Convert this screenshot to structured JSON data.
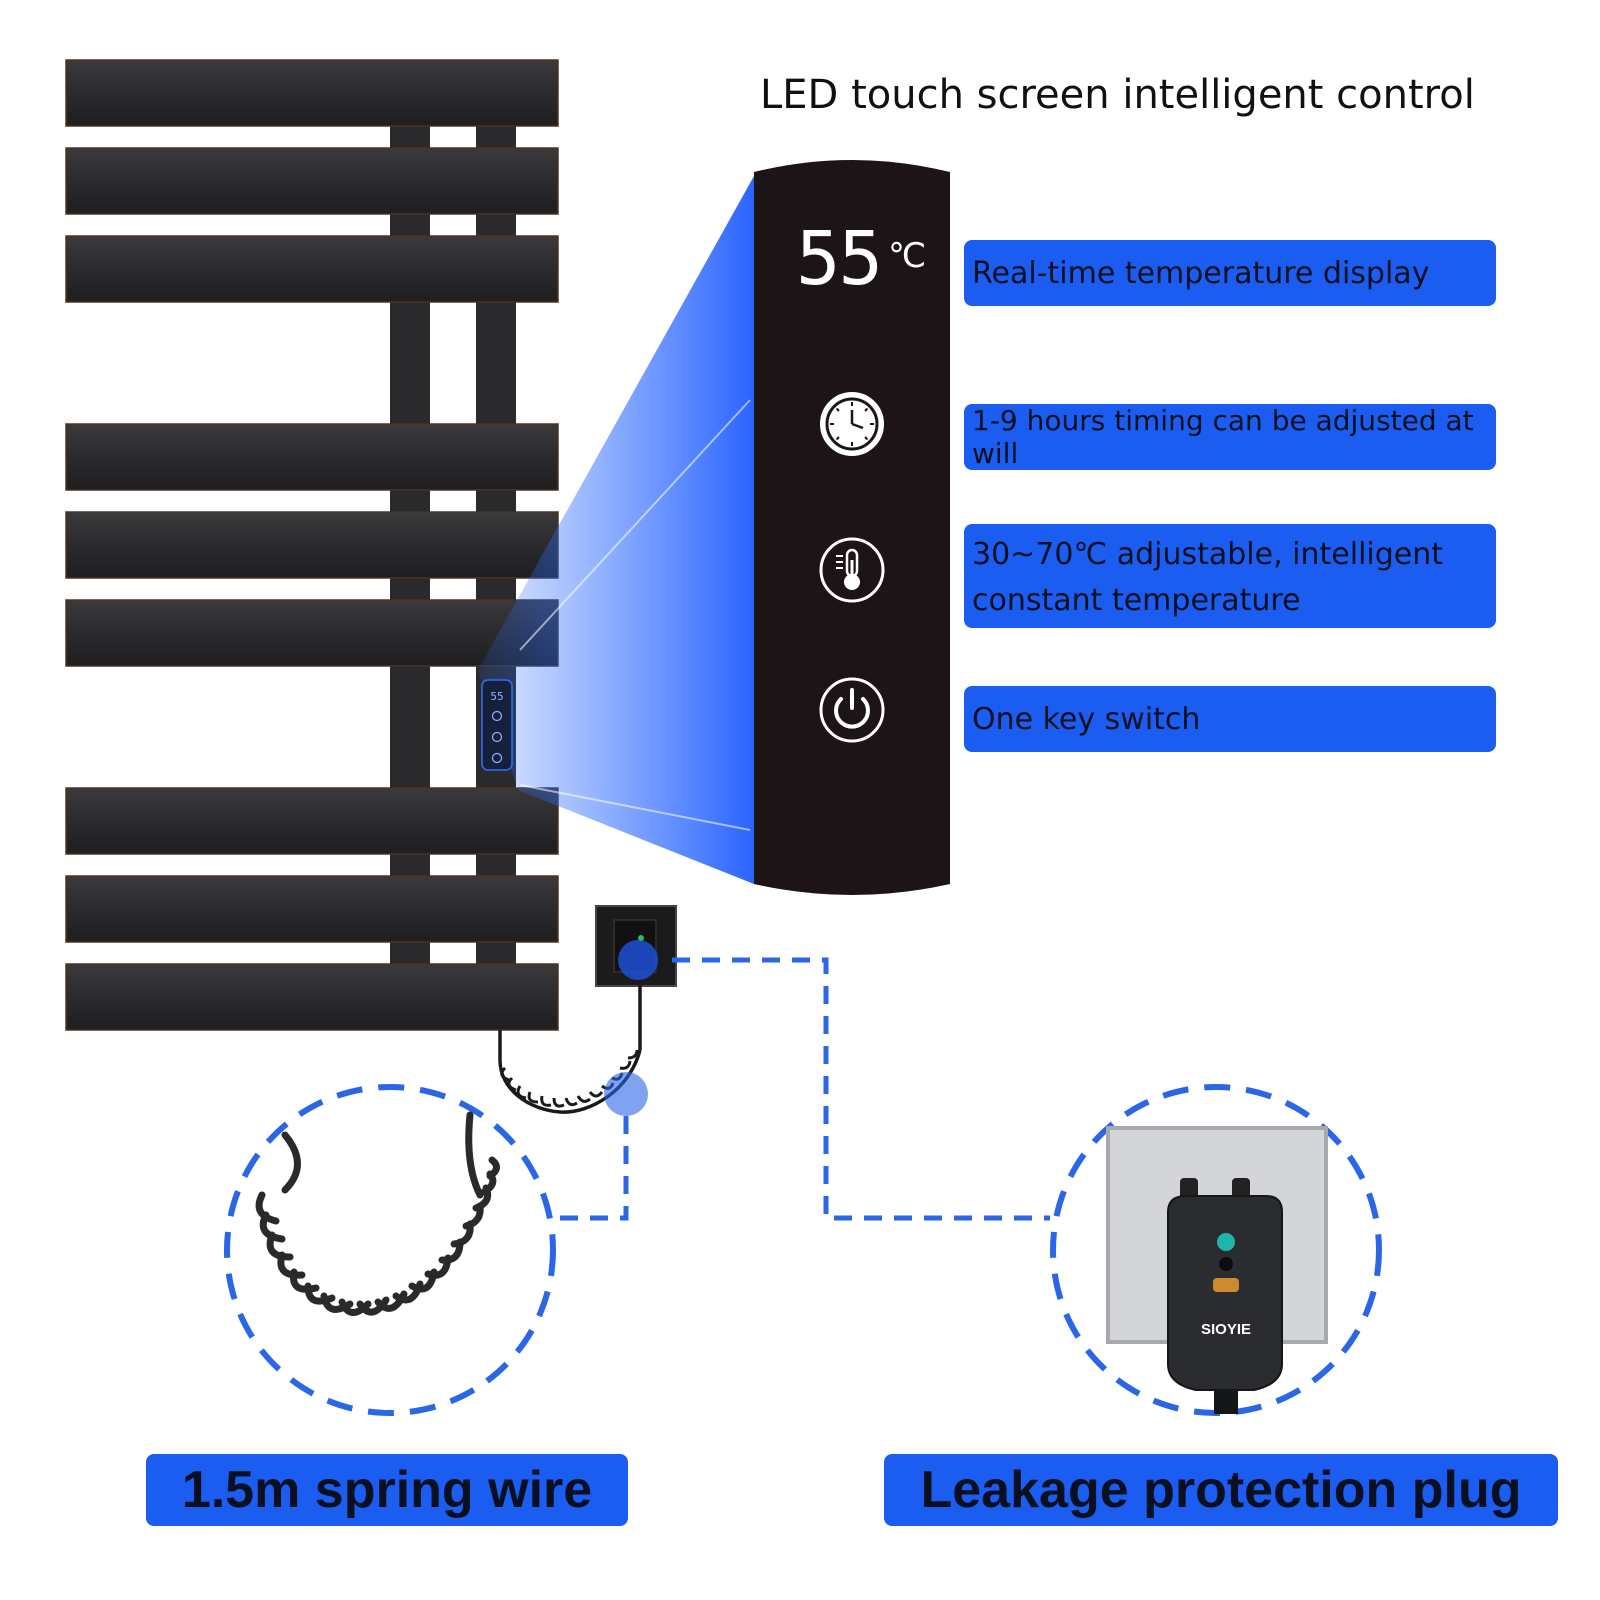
{
  "heading": "LED touch screen intelligent control",
  "display": {
    "temperature": "55",
    "unit": "℃",
    "mini_readout": "55"
  },
  "features": [
    {
      "label": "Real-time temperature display",
      "icon": "thermometer-readout"
    },
    {
      "label": "1-9 hours timing can be adjusted at will",
      "icon": "clock-icon"
    },
    {
      "label": "30~70℃ adjustable, intelligent constant temperature",
      "line1": "30~70℃ adjustable, intelligent",
      "line2": "constant temperature",
      "icon": "thermometer-icon"
    },
    {
      "label": "One key switch",
      "icon": "power-icon"
    }
  ],
  "captions": {
    "spring": "1.5m spring wire",
    "plug": "Leakage protection plug"
  },
  "plug_brand": "SIOYIE",
  "colors": {
    "accent": "#1a5df0",
    "rail": "#2a2a2c",
    "panel": "#1c1416",
    "dash": "#2a66e6"
  }
}
